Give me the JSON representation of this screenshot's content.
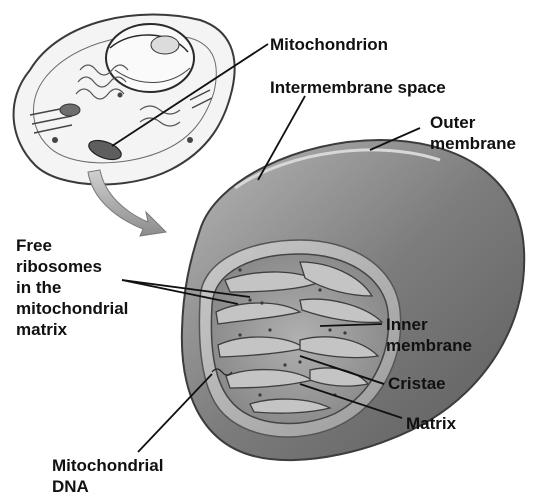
{
  "colors": {
    "ink": "#111111",
    "outer_membrane": "#7a7a7a",
    "intermembrane": "#a9a9a9",
    "matrix": "#8e8e8e",
    "arrow": "#9a9a9a"
  },
  "icons": {
    "cell": "cell-illustration",
    "mitochondrion": "mitochondrion-cutaway",
    "pointer": "curved-arrow"
  },
  "labels": {
    "mitochondrion": "Mitochondrion",
    "intermembrane_space": "Intermembrane space",
    "outer_membrane": [
      "Outer",
      "membrane"
    ],
    "free_ribosomes": [
      "Free",
      "ribosomes",
      "in the",
      "mitochondrial",
      "matrix"
    ],
    "inner_membrane": [
      "Inner",
      "membrane"
    ],
    "cristae": "Cristae",
    "matrix": "Matrix",
    "mitochondrial_dna": [
      "Mitochondrial",
      "DNA"
    ]
  }
}
